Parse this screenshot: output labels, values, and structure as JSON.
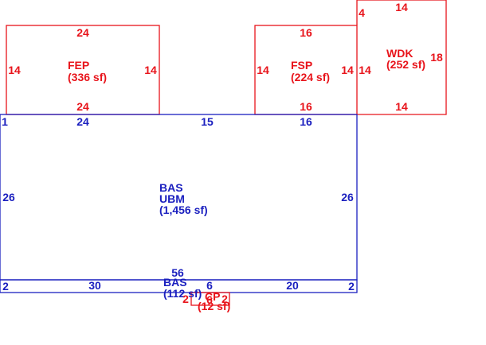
{
  "areas": {
    "fep": {
      "code": "FEP",
      "area": "(336 sf)"
    },
    "fsp": {
      "code": "FSP",
      "area": "(224 sf)"
    },
    "wdk": {
      "code": "WDK",
      "area": "(252 sf)"
    },
    "bas_main": {
      "code": "BAS",
      "sub": "UBM",
      "area": "(1,456 sf)"
    },
    "bas_strip": {
      "code": "BAS",
      "area": "(112 sf)"
    },
    "cp": {
      "code": "CP",
      "area": "(12 sf)"
    }
  },
  "dims": {
    "fep_top": "24",
    "fep_left": "14",
    "fep_right": "14",
    "fep_bottom": "24",
    "fsp_top": "16",
    "fsp_left": "14",
    "fsp_right": "14",
    "fsp_bottom": "16",
    "wdk_notch": "4",
    "wdk_top": "14",
    "wdk_left": "14",
    "wdk_right": "18",
    "wdk_bottom": "14",
    "bas_corner": "1",
    "bas_top1": "24",
    "bas_top2": "15",
    "bas_top3": "16",
    "bas_left": "26",
    "bas_right": "26",
    "strip_left": "2",
    "strip_30": "30",
    "strip_56": "56",
    "strip_6": "6",
    "strip_20": "20",
    "strip_right": "2",
    "cp_left": "2",
    "cp_6": "6",
    "cp_right": "2"
  },
  "colors": {
    "red": "#e8141b",
    "blue": "#1a1fbf"
  }
}
